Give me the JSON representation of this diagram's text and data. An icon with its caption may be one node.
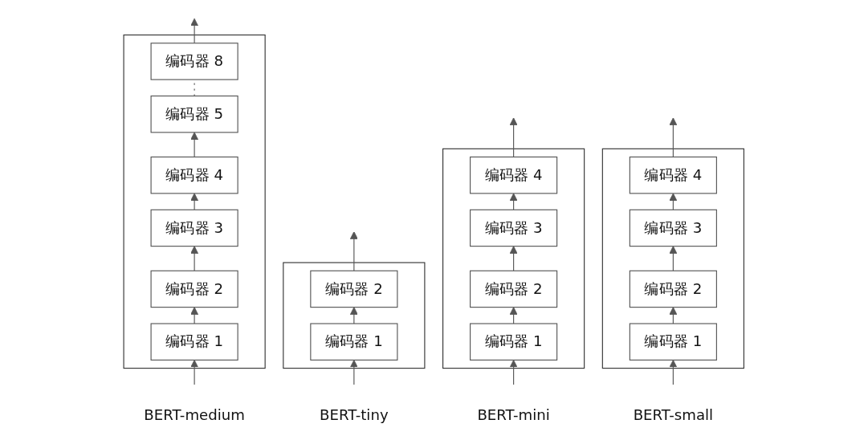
{
  "diagram": {
    "nodes": [
      {
        "text": [
          "BERT-tiny"
        ]
      },
      {
        "text": [
          "编码器 2"
        ],
        "in": 0
      },
      {
        "text": [
          "编码器 1"
        ],
        "in": 0
      },
      {
        "text": [
          "BERT-mini"
        ]
      },
      {
        "text": [
          "编码器 4"
        ],
        "in": 3
      },
      {
        "text": [
          "编码器 3"
        ],
        "in": 3
      },
      {
        "text": [
          "编码器 2"
        ],
        "in": 3
      },
      {
        "text": [
          "编码器 1"
        ],
        "in": 3
      },
      {
        "text": [
          "BERT-small"
        ]
      },
      {
        "text": [
          "编码器 4"
        ],
        "in": 8
      },
      {
        "text": [
          "编码器 3"
        ],
        "in": 8
      },
      {
        "text": [
          "编码器 2"
        ],
        "in": 8
      },
      {
        "text": [
          "编码器 1"
        ],
        "in": 8
      },
      {
        "text": [
          "BERT-medium"
        ]
      },
      {
        "text": [
          "编码器 8"
        ],
        "in": 13
      },
      {
        "text": [
          "编码器 5"
        ],
        "in": 13
      },
      {
        "text": [
          "编码器 4"
        ],
        "in": 13
      },
      {
        "text": [
          "编码器 3"
        ],
        "in": 13
      },
      {
        "text": [
          "编码器 2"
        ],
        "in": 13
      },
      {
        "text": [
          "编码器 1"
        ],
        "in": 13
      }
    ],
    "edges": [
      {
        "from": null,
        "to": 2,
        "arrow": "to"
      },
      {
        "from": 2,
        "to": 1,
        "arrow": "to"
      },
      {
        "from": 1,
        "to": null,
        "arrow": "to"
      },
      {
        "from": null,
        "to": 7,
        "arrow": "to"
      },
      {
        "from": 7,
        "to": 6,
        "arrow": "to"
      },
      {
        "from": 6,
        "to": 5,
        "arrow": "to"
      },
      {
        "from": 5,
        "to": 4,
        "arrow": "to"
      },
      {
        "from": 4,
        "to": null,
        "arrow": "to"
      },
      {
        "from": null,
        "to": 12,
        "arrow": "to"
      },
      {
        "from": 12,
        "to": 11,
        "arrow": "to"
      },
      {
        "from": 11,
        "to": 10,
        "arrow": "to"
      },
      {
        "from": 10,
        "to": 9,
        "arrow": "to"
      },
      {
        "from": 9,
        "to": null,
        "arrow": "to"
      },
      {
        "from": null,
        "to": 19,
        "arrow": "to"
      },
      {
        "from": 19,
        "to": 18,
        "arrow": "to"
      },
      {
        "from": 18,
        "to": 17,
        "arrow": "to"
      },
      {
        "from": 17,
        "to": 16,
        "arrow": "to"
      },
      {
        "from": 16,
        "to": 15,
        "arrow": "to"
      },
      {
        "from": 15,
        "to": 14,
        "arrow": "none",
        "style": "dashed"
      },
      {
        "from": 14,
        "to": null,
        "arrow": "to"
      }
    ]
  }
}
